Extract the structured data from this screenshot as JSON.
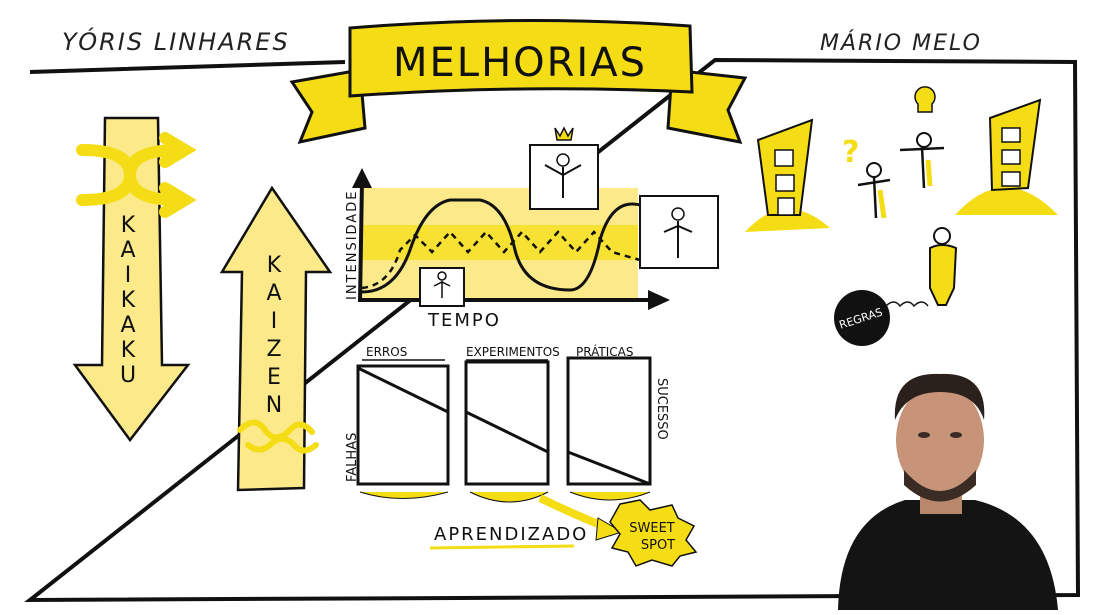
{
  "authors": {
    "left": "YÓRIS LINHARES",
    "right": "MÁRIO MELO"
  },
  "banner": {
    "title": "MELHORIAS"
  },
  "arrows": {
    "kaikaku": [
      "K",
      "A",
      "I",
      "K",
      "A",
      "K",
      "U"
    ],
    "kaizen": [
      "K",
      "A",
      "I",
      "Z",
      "E",
      "N"
    ]
  },
  "intensity_chart": {
    "y_label": "INTENSIDADE",
    "x_label": "TEMPO"
  },
  "learning_panels": {
    "headers": [
      "ERROS",
      "EXPERIMENTOS",
      "PRÁTICAS"
    ],
    "left_label": "FALHAS",
    "right_label": "SUCESSO",
    "bottom_label": "APRENDIZADO",
    "callout": [
      "SWEET",
      "SPOT"
    ]
  },
  "ball": {
    "label": "REGRAS"
  },
  "colors": {
    "accent": "#f5dd16",
    "ink": "#111111",
    "paper": "#ffffff"
  }
}
